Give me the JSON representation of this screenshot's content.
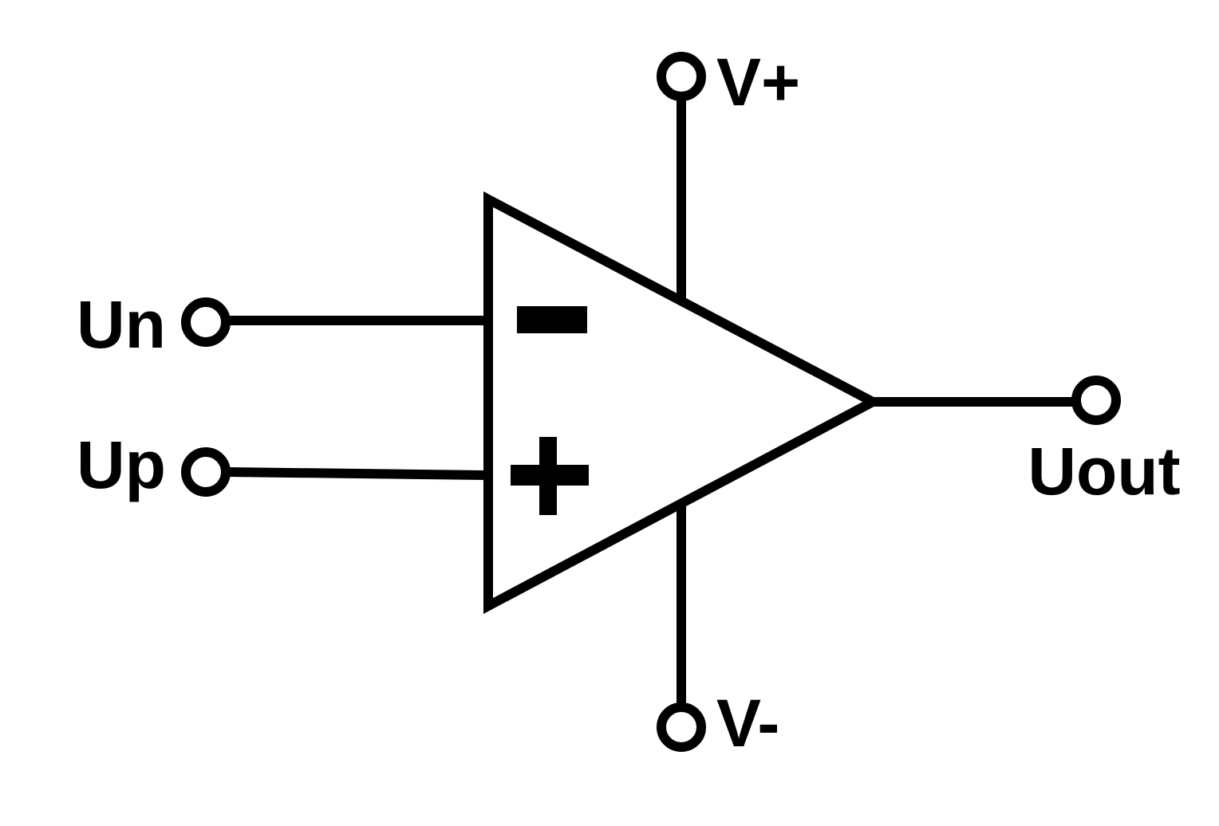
{
  "colors": {
    "stroke": "#000000",
    "background": "#ffffff"
  },
  "symbol": "op-amp",
  "terminals": {
    "inverting_input": "Un",
    "noninverting_input": "Up",
    "positive_supply": "V+",
    "negative_supply": "V-",
    "output": "Uout"
  },
  "input_signs": {
    "inverting": "minus",
    "noninverting": "plus"
  }
}
